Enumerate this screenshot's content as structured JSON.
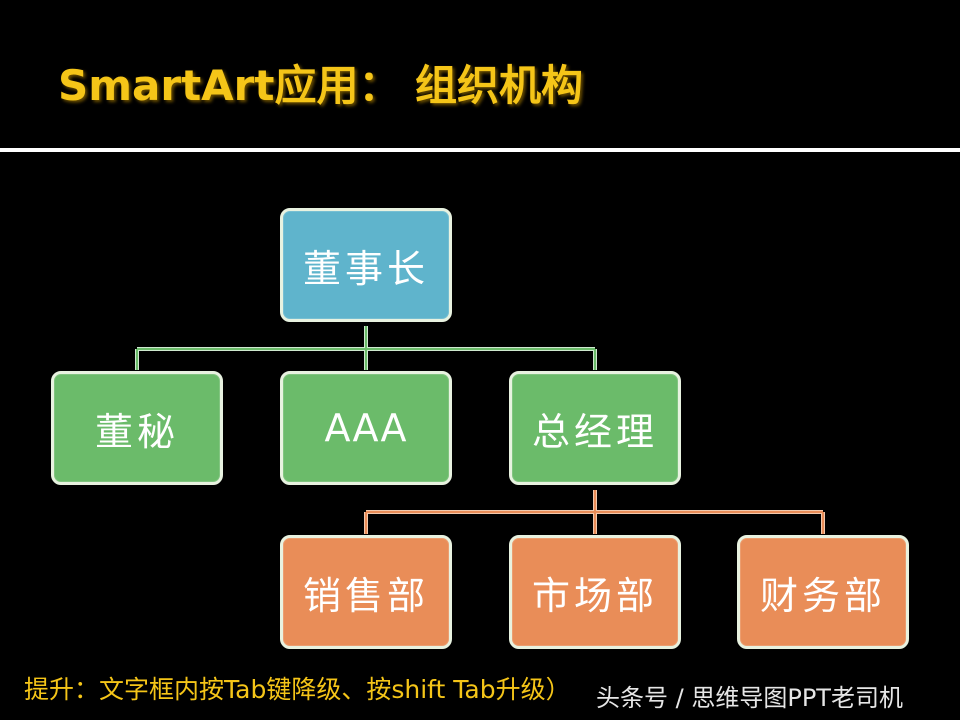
{
  "title": "SmartArt应用： 组织机构",
  "nodes": {
    "chairman": "董事长",
    "board_secretary": "董秘",
    "aaa": "AAA",
    "general_manager": "总经理",
    "sales": "销售部",
    "marketing": "市场部",
    "finance": "财务部"
  },
  "colors": {
    "title": "#f5c518",
    "level1": "#5fb4cc",
    "level2": "#6bbb6a",
    "level3": "#e98d58",
    "green_connector": "#6bbb6a",
    "orange_connector": "#e98d58"
  },
  "tip": "提升：文字框内按Tab键降级、按shift Tab升级）",
  "watermark": "头条号 / 思维导图PPT老司机"
}
